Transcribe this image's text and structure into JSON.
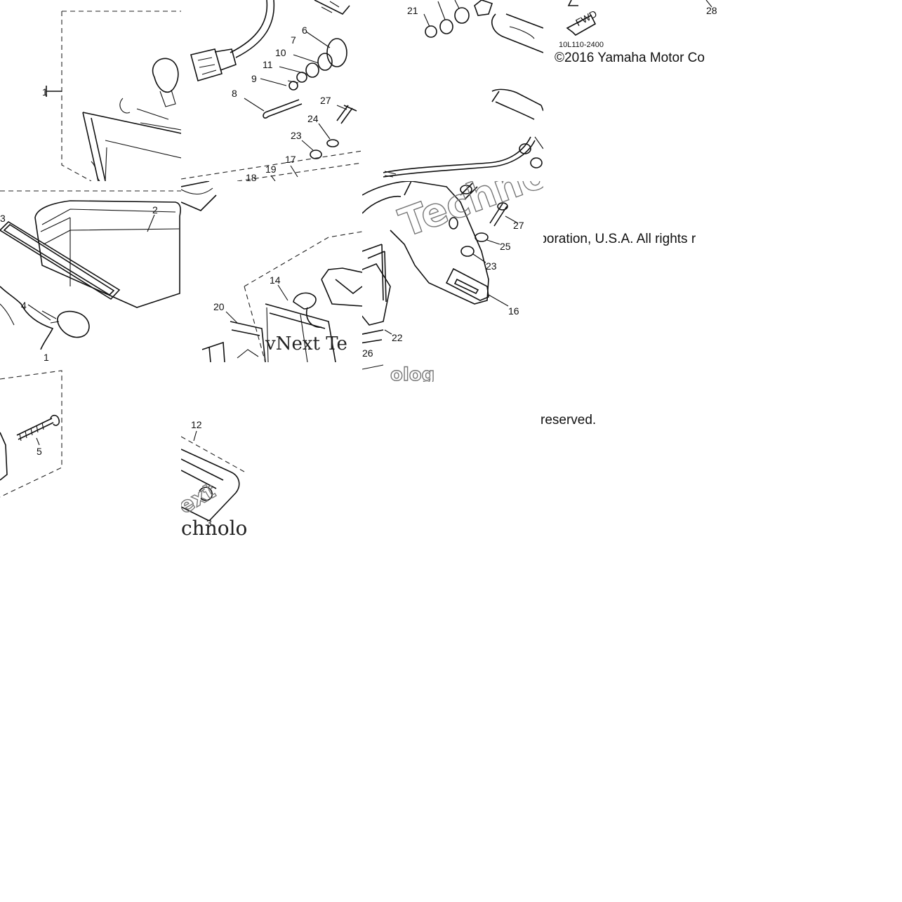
{
  "copyright": {
    "line1": "©2016 Yamaha Motor Co",
    "line2": "rporation, U.S.A. All rights r",
    "line3": "reserved."
  },
  "diagram": {
    "drawing_code": "10L110-2400",
    "fwd_label": "FWD",
    "watermarks": {
      "techno_1": "Techno",
      "next_1": "vNext Te",
      "chnolo": "chnolo",
      "tech_frag": "Tech",
      "text_frag": "ext",
      "olog_frag": "olog"
    },
    "part_numbers": [
      "1",
      "2",
      "3",
      "4",
      "5",
      "6",
      "7",
      "8",
      "9",
      "10",
      "11",
      "12",
      "14",
      "16",
      "17",
      "18",
      "19",
      "20",
      "21",
      "22",
      "23",
      "24",
      "25",
      "26",
      "27",
      "28"
    ]
  }
}
